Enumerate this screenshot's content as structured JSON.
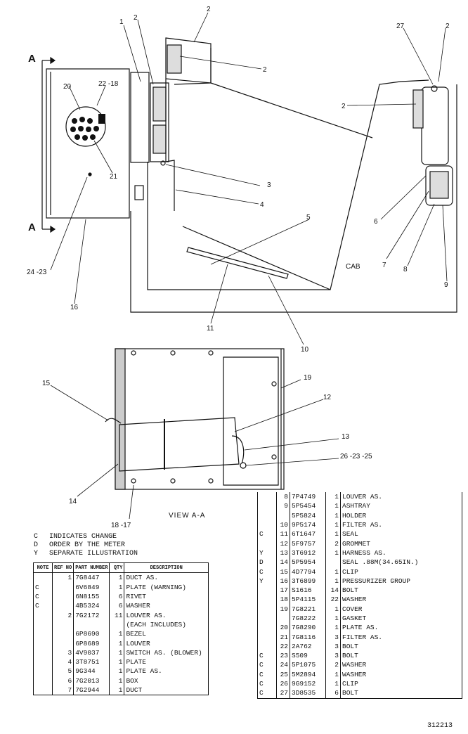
{
  "figure_number": "312213",
  "view_labels": {
    "section_marker": "A",
    "view_caption": "VIEW A-A",
    "cab": "CAB"
  },
  "callouts": {
    "c1": "1",
    "c2a": "2",
    "c2b": "2",
    "c2c": "2",
    "c2d": "2",
    "c2e": "2",
    "c3": "3",
    "c4": "4",
    "c5": "5",
    "c6": "6",
    "c7": "7",
    "c8": "8",
    "c9": "9",
    "c10": "10",
    "c11": "11",
    "c12": "12",
    "c13": "13",
    "c14": "14",
    "c15": "15",
    "c16": "16",
    "c19": "19",
    "c20": "20",
    "c21": "21",
    "c27": "27",
    "c22_18": "22 -18",
    "c24_23": "24 -23",
    "c18_17": "18 -17",
    "c26_23_25": "26 -23 -25"
  },
  "legend": [
    {
      "key": "C",
      "text": "INDICATES CHANGE"
    },
    {
      "key": "D",
      "text": "ORDER BY THE METER"
    },
    {
      "key": "Y",
      "text": "SEPARATE ILLUSTRATION"
    }
  ],
  "table_headers": {
    "note": "NOTE",
    "ref_no": "REF NO",
    "part_number": "PART NUMBER",
    "qty": "QTY",
    "description": "DESCRIPTION"
  },
  "parts_left": [
    {
      "note": "",
      "ref": "1",
      "part": "7G8447",
      "qty": "1",
      "desc": "DUCT AS."
    },
    {
      "note": "C",
      "ref": "",
      "part": "6V6849",
      "qty": "1",
      "desc": "PLATE (WARNING)"
    },
    {
      "note": "C",
      "ref": "",
      "part": "6N8155",
      "qty": "6",
      "desc": "RIVET"
    },
    {
      "note": "C",
      "ref": "",
      "part": "4B5324",
      "qty": "6",
      "desc": "WASHER"
    },
    {
      "note": "",
      "ref": "2",
      "part": "7G2172",
      "qty": "11",
      "desc": "LOUVER AS."
    },
    {
      "note": "",
      "ref": "",
      "part": "",
      "qty": "",
      "desc": "(EACH INCLUDES)"
    },
    {
      "note": "",
      "ref": "",
      "part": "6P8690",
      "qty": "1",
      "desc": "BEZEL"
    },
    {
      "note": "",
      "ref": "",
      "part": "6P8689",
      "qty": "1",
      "desc": "LOUVER"
    },
    {
      "note": "",
      "ref": "3",
      "part": "4V9037",
      "qty": "1",
      "desc": "SWITCH AS. (BLOWER)"
    },
    {
      "note": "",
      "ref": "4",
      "part": "3T8751",
      "qty": "1",
      "desc": "PLATE"
    },
    {
      "note": "",
      "ref": "5",
      "part": "9G344",
      "qty": "1",
      "desc": "PLATE AS."
    },
    {
      "note": "",
      "ref": "6",
      "part": "7G2013",
      "qty": "1",
      "desc": "BOX"
    },
    {
      "note": "",
      "ref": "7",
      "part": "7G2944",
      "qty": "1",
      "desc": "DUCT"
    }
  ],
  "parts_right": [
    {
      "note": "",
      "ref": "8",
      "part": "7P4749",
      "qty": "1",
      "desc": "LOUVER AS."
    },
    {
      "note": "",
      "ref": "9",
      "part": "5P5454",
      "qty": "1",
      "desc": "ASHTRAY"
    },
    {
      "note": "",
      "ref": "",
      "part": "5P5824",
      "qty": "1",
      "desc": "HOLDER"
    },
    {
      "note": "",
      "ref": "10",
      "part": "9P5174",
      "qty": "1",
      "desc": "FILTER AS."
    },
    {
      "note": "C",
      "ref": "11",
      "part": "6T1647",
      "qty": "1",
      "desc": "SEAL"
    },
    {
      "note": "",
      "ref": "12",
      "part": "5F9757",
      "qty": "2",
      "desc": "GROMMET"
    },
    {
      "note": "Y",
      "ref": "13",
      "part": "3T6912",
      "qty": "1",
      "desc": "HARNESS AS."
    },
    {
      "note": "D",
      "ref": "14",
      "part": "5P5954",
      "qty": "",
      "desc": "SEAL .88M(34.65IN.)"
    },
    {
      "note": "C",
      "ref": "15",
      "part": "4D7794",
      "qty": "1",
      "desc": "CLIP"
    },
    {
      "note": "Y",
      "ref": "16",
      "part": "3T6899",
      "qty": "1",
      "desc": "PRESSURIZER GROUP"
    },
    {
      "note": "",
      "ref": "17",
      "part": "S1616",
      "qty": "14",
      "desc": "BOLT"
    },
    {
      "note": "",
      "ref": "18",
      "part": "5P4115",
      "qty": "22",
      "desc": "WASHER"
    },
    {
      "note": "",
      "ref": "19",
      "part": "7G8221",
      "qty": "1",
      "desc": "COVER"
    },
    {
      "note": "",
      "ref": "",
      "part": "7G8222",
      "qty": "1",
      "desc": "GASKET"
    },
    {
      "note": "",
      "ref": "20",
      "part": "7G8290",
      "qty": "1",
      "desc": "PLATE AS."
    },
    {
      "note": "",
      "ref": "21",
      "part": "7G8116",
      "qty": "3",
      "desc": "FILTER AS."
    },
    {
      "note": "",
      "ref": "22",
      "part": "2A762",
      "qty": "3",
      "desc": "BOLT"
    },
    {
      "note": "C",
      "ref": "23",
      "part": "S509",
      "qty": "3",
      "desc": "BOLT"
    },
    {
      "note": "C",
      "ref": "24",
      "part": "5P1075",
      "qty": "2",
      "desc": "WASHER"
    },
    {
      "note": "C",
      "ref": "25",
      "part": "5M2894",
      "qty": "1",
      "desc": "WASHER"
    },
    {
      "note": "C",
      "ref": "26",
      "part": "9G9152",
      "qty": "1",
      "desc": "CLIP"
    },
    {
      "note": "C",
      "ref": "27",
      "part": "3D8535",
      "qty": "6",
      "desc": "BOLT"
    }
  ]
}
